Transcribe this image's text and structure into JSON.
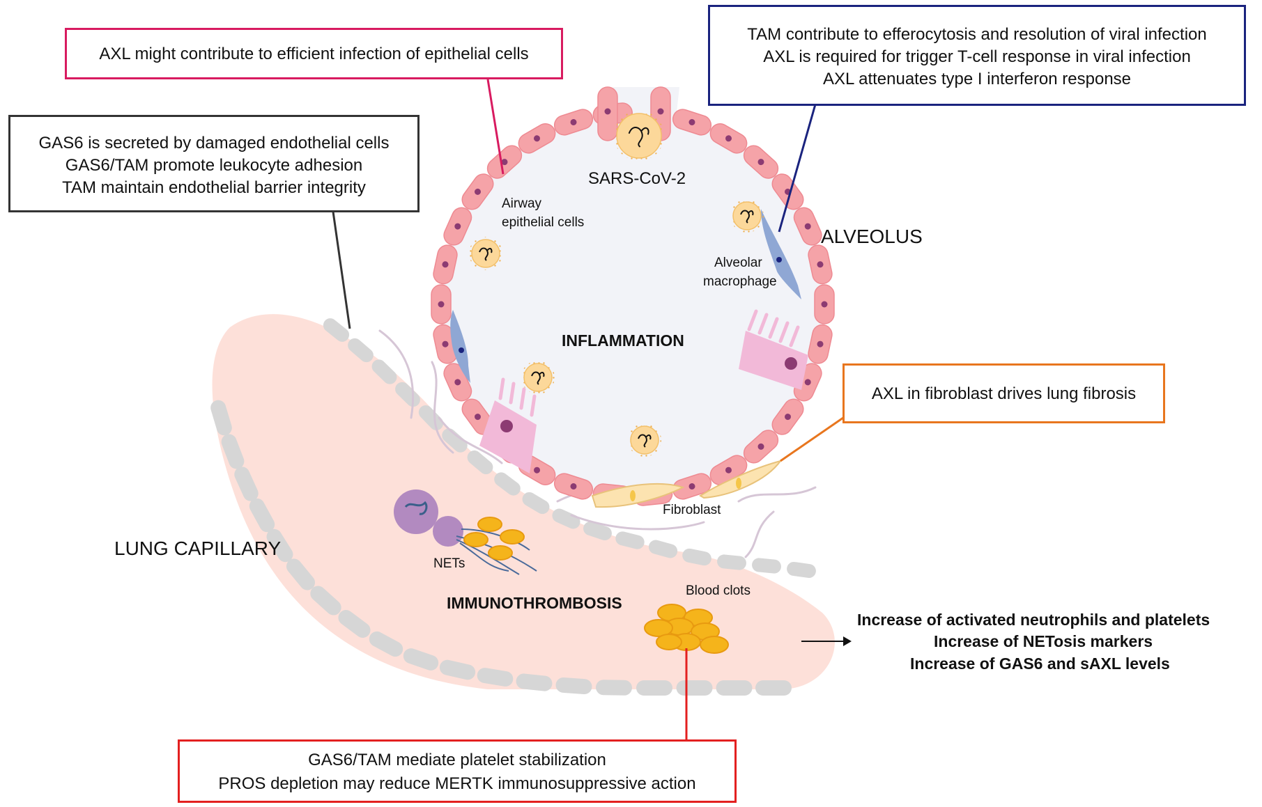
{
  "colors": {
    "box_pink": "#d81b60",
    "box_navy": "#1a237e",
    "box_dark": "#333333",
    "box_orange": "#e8761e",
    "box_red": "#e32020",
    "epithelium": "#f5a3a8",
    "nucleus": "#8c3b72",
    "capillary": "#fde0d9",
    "capillary_wall": "#d6d6d6",
    "macrophage": "#8fa7d4",
    "virus": "#fcd89a",
    "platelet": "#f5b41b",
    "fibroblast": "#fce3b0",
    "neutrophil": "#b28ac0",
    "alveolus_fill": "#f2f3f8"
  },
  "boxes": {
    "axl_infection": {
      "lines": [
        "AXL might contribute to efficient infection of epithelial cells"
      ]
    },
    "tam_efferocytosis": {
      "lines": [
        "TAM contribute to efferocytosis and resolution of viral infection",
        "AXL is required for trigger T-cell response in viral infection",
        "AXL attenuates type I interferon response"
      ]
    },
    "gas6_endothelial": {
      "lines": [
        "GAS6 is secreted by damaged endothelial cells",
        "GAS6/TAM promote leukocyte adhesion",
        "TAM maintain endothelial barrier integrity"
      ]
    },
    "axl_fibroblast": {
      "lines": [
        "AXL in fibroblast drives lung fibrosis"
      ]
    },
    "platelet_stabilization": {
      "lines": [
        "GAS6/TAM mediate platelet stabilization",
        "PROS depletion may reduce MERTK immunosuppressive action"
      ]
    }
  },
  "labels": {
    "sars": "SARS-CoV-2",
    "airway_1": "Airway",
    "airway_2": "epithelial cells",
    "alveolus": "ALVEOLUS",
    "alveolar_1": "Alveolar",
    "alveolar_2": "macrophage",
    "inflammation": "INFLAMMATION",
    "fibroblast": "Fibroblast",
    "lung_capillary": "LUNG CAPILLARY",
    "nets": "NETs",
    "blood_clots": "Blood clots",
    "immunothrombosis": "IMMUNOTHROMBOSIS"
  },
  "outcomes": [
    "Increase of activated neutrophils and platelets",
    "Increase of NETosis markers",
    "Increase of GAS6 and sAXL levels"
  ]
}
